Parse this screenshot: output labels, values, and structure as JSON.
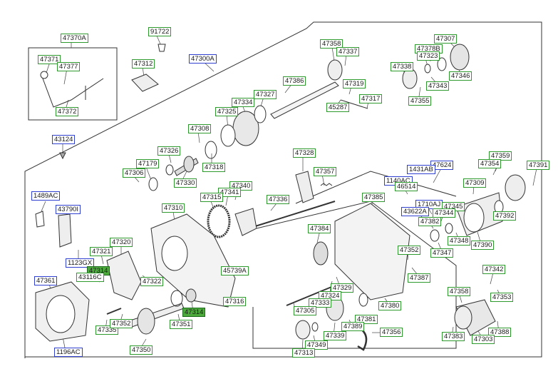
{
  "colors": {
    "green_border": "#2e9a2e",
    "blue_border": "#2f3fd0",
    "highlight_fill": "#4caa3c",
    "line": "#333333"
  },
  "labels": {
    "p47370A": "47370A",
    "p91722": "91722",
    "p47371": "47371",
    "p47377": "47377",
    "p47372": "47372",
    "p47312": "47312",
    "p47300A": "47300A",
    "p47358_top": "47358",
    "p47337": "47337",
    "p47307": "47307",
    "p47378B": "47378B",
    "p47323": "47323",
    "p47338": "47338",
    "p47346": "47346",
    "p47343": "47343",
    "p47355": "47355",
    "p47386": "47386",
    "p47319": "47319",
    "p47317": "47317",
    "p45287": "45287",
    "p47327": "47327",
    "p47334": "47334",
    "p47325": "47325",
    "p43124": "43124",
    "p47308": "47308",
    "p47326": "47326",
    "p47179": "47179",
    "p47306": "47306",
    "p47318": "47318",
    "p47330": "47330",
    "p47328": "47328",
    "p47357": "47357",
    "p47624": "47624",
    "p1140AC": "1140AC",
    "p1431AB": "1431AB",
    "p47359": "47359",
    "p47354": "47354",
    "p47391": "47391",
    "p46514": "46514",
    "p47309": "47309",
    "p1489AC": "1489AC",
    "p47340": "47340",
    "p47341": "47341",
    "p47315": "47315",
    "p47336": "47336",
    "p47385": "47385",
    "p1710AJ": "1710AJ",
    "p47345": "47345",
    "p43790I": "43790I",
    "p47310": "47310",
    "p43622A": "43622A",
    "p47344": "47344",
    "p47392": "47392",
    "p47382": "47382",
    "p47384": "47384",
    "p47348": "47348",
    "p47390": "47390",
    "p47320": "47320",
    "p1123GX": "1123GX",
    "p47321": "47321",
    "p47347": "47347",
    "p47352_mid": "47352",
    "p47314_top": "47314",
    "p43116C": "43116C",
    "p45739A": "45739A",
    "p47361": "47361",
    "p47322": "47322",
    "p47387": "47387",
    "p47342": "47342",
    "p47329": "47329",
    "p47358_bot": "47358",
    "p47353": "47353",
    "p47324": "47324",
    "p47316": "47316",
    "p47380": "47380",
    "p47314_bot": "47314",
    "p47333": "47333",
    "p47305": "47305",
    "p47335": "47335",
    "p47352_bot": "47352",
    "p47351": "47351",
    "p47381": "47381",
    "p47389": "47389",
    "p47356": "47356",
    "p47383": "47383",
    "p47388": "47388",
    "p47339": "47339",
    "p47303": "47303",
    "p47349": "47349",
    "p1196AC": "1196AC",
    "p47350": "47350",
    "p47313": "47313"
  }
}
